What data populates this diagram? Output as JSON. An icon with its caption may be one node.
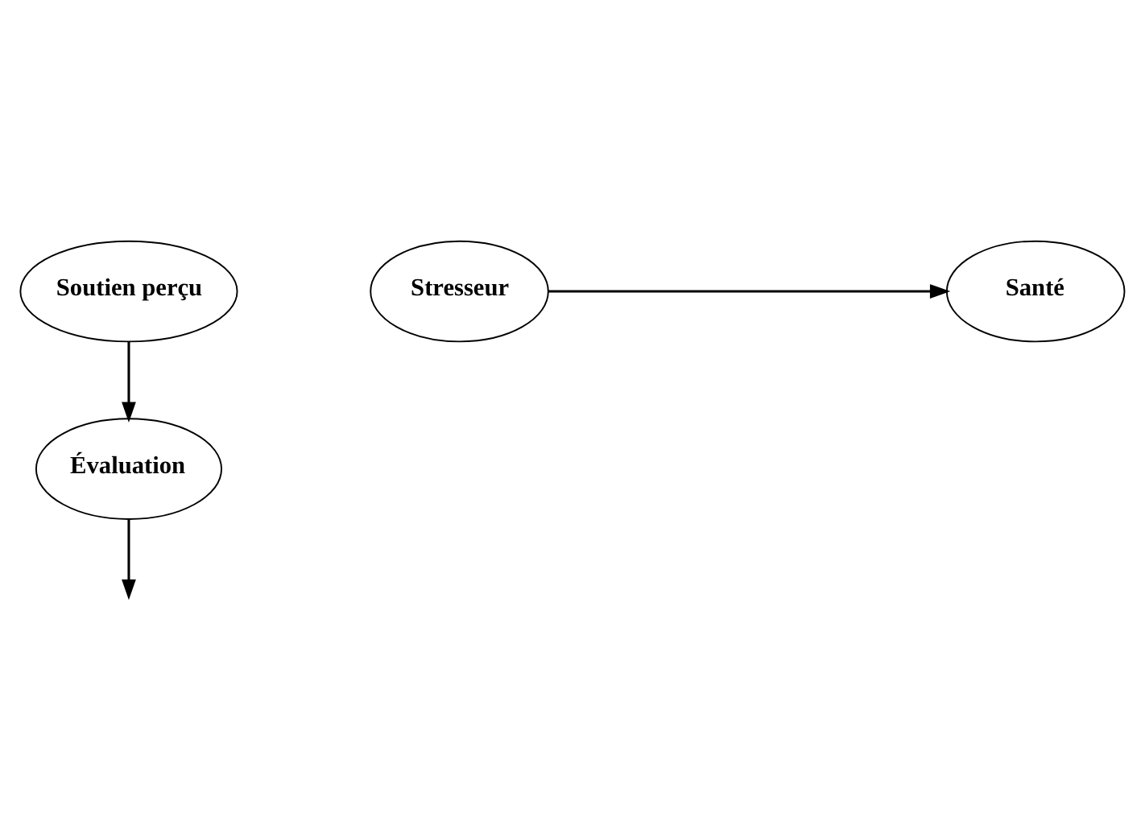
{
  "diagram": {
    "nodes": [
      {
        "text": [
          "Soutien perçu"
        ]
      },
      {
        "text": [
          "Évaluation"
        ]
      },
      {
        "text": [
          "Stresseur"
        ]
      },
      {
        "text": [
          "Santé"
        ]
      }
    ],
    "edges": [
      {
        "from": 0,
        "to": 1,
        "arrow": "to"
      },
      {
        "from": 1,
        "to": null,
        "arrow": "to"
      },
      {
        "from": 2,
        "to": 3,
        "arrow": "to"
      }
    ]
  }
}
